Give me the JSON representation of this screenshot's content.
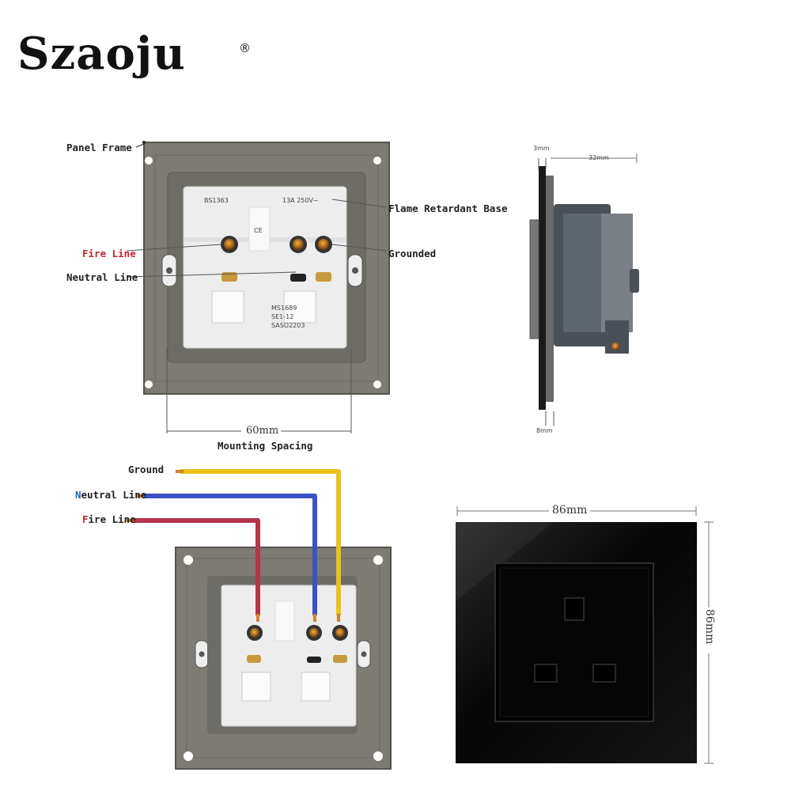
{
  "brand": {
    "name": "Szaoju",
    "registered": "®"
  },
  "back_view": {
    "labels": {
      "panel_frame": "Panel Frame",
      "flame_retardant_base": "Flame Retardant Base",
      "fire_line": "Fire Line",
      "grounded": "Grounded",
      "neutral_line": "Neutral Line",
      "mounting_spacing": "Mounting Spacing"
    },
    "mounting_dimension": "60mm",
    "module_markings": [
      "BS1363",
      "13A 250V~",
      "CE",
      "MS1689",
      "SE1-12",
      "SASO2203"
    ]
  },
  "side_view": {
    "dim_front": "3mm",
    "dim_depth": "32mm",
    "dim_bottom": "8mm"
  },
  "wiring_view": {
    "wires": [
      {
        "label": "Ground",
        "color": "#e9c21b"
      },
      {
        "label": "Neutral Line",
        "color": "#3a52c4",
        "highlight_letter": "N"
      },
      {
        "label": "Fire Line",
        "color": "#b5354a"
      }
    ]
  },
  "front_view": {
    "width": "86mm",
    "height": "86mm"
  },
  "colors": {
    "frame_grey": "#7d7b73",
    "module_white": "#ededed",
    "glass_black": "#0a0a0a",
    "fire_red": "#c0262c",
    "neutral_blue": "#1e5fc2"
  }
}
